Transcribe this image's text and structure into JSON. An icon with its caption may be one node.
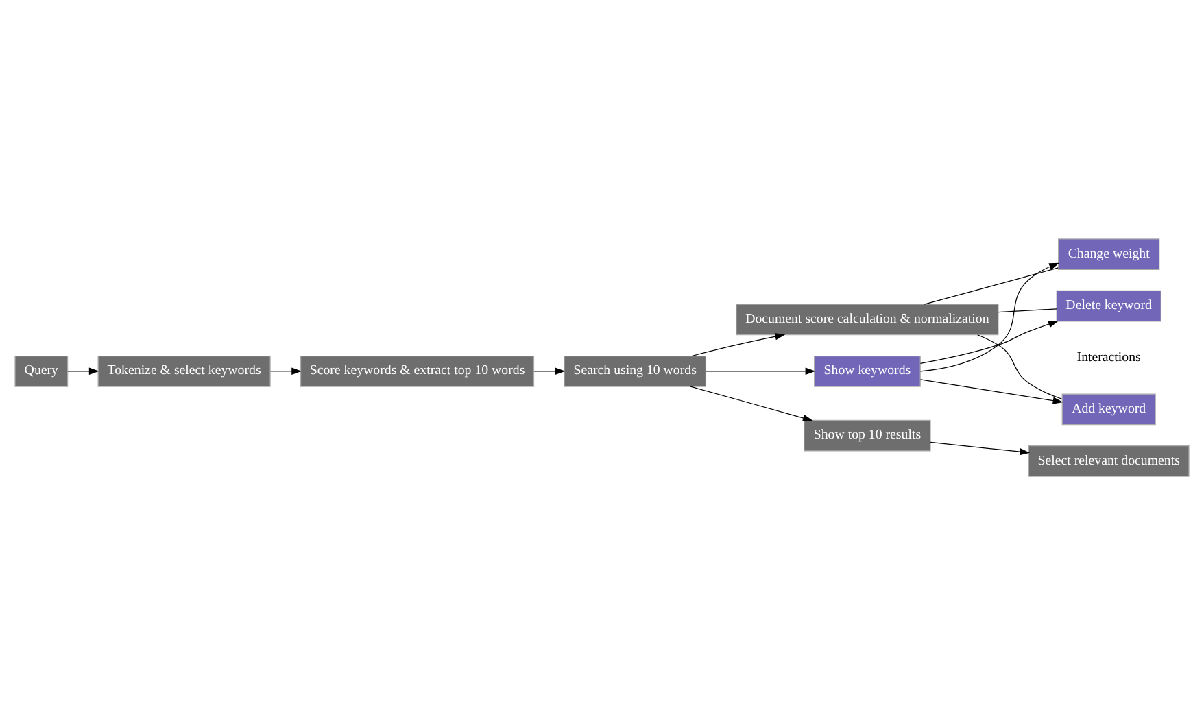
{
  "diagram": {
    "nodes": [
      {
        "text": [
          "Query"
        ]
      },
      {
        "text": [
          "Tokenize & select keywords"
        ]
      },
      {
        "text": [
          "Score keywords & extract top 10 words"
        ]
      },
      {
        "text": [
          "Search using 10 words"
        ]
      },
      {
        "text": [
          "Document score calculation & normalization"
        ]
      },
      {
        "text": [
          "Show keywords"
        ]
      },
      {
        "text": [
          "Add keyword"
        ]
      },
      {
        "text": [
          "Delete keyword"
        ]
      },
      {
        "text": [
          "Change weight"
        ]
      },
      {
        "text": [
          "Show top 10 results"
        ]
      },
      {
        "text": [
          "Select relevant documents"
        ]
      }
    ],
    "edges": [
      {
        "from": 0,
        "to": 1,
        "arrow": "to"
      },
      {
        "from": 1,
        "to": 2,
        "arrow": "to"
      },
      {
        "from": 2,
        "to": 3,
        "arrow": "to"
      },
      {
        "from": 3,
        "to": 4,
        "arrow": "to"
      },
      {
        "from": 3,
        "to": 5,
        "arrow": "to"
      },
      {
        "from": 3,
        "to": 9,
        "arrow": "to"
      },
      {
        "from": 5,
        "to": 6,
        "arrow": "to"
      },
      {
        "from": 5,
        "to": 7,
        "arrow": "to"
      },
      {
        "from": 5,
        "to": 8,
        "arrow": "to"
      },
      {
        "from": 9,
        "to": 10,
        "arrow": "to"
      },
      {
        "from": 6,
        "to": 4,
        "arrow": "none"
      },
      {
        "from": 7,
        "to": 4,
        "arrow": "none"
      },
      {
        "from": 8,
        "to": 4,
        "arrow": "none"
      }
    ],
    "labels": [
      "Interactions"
    ]
  }
}
